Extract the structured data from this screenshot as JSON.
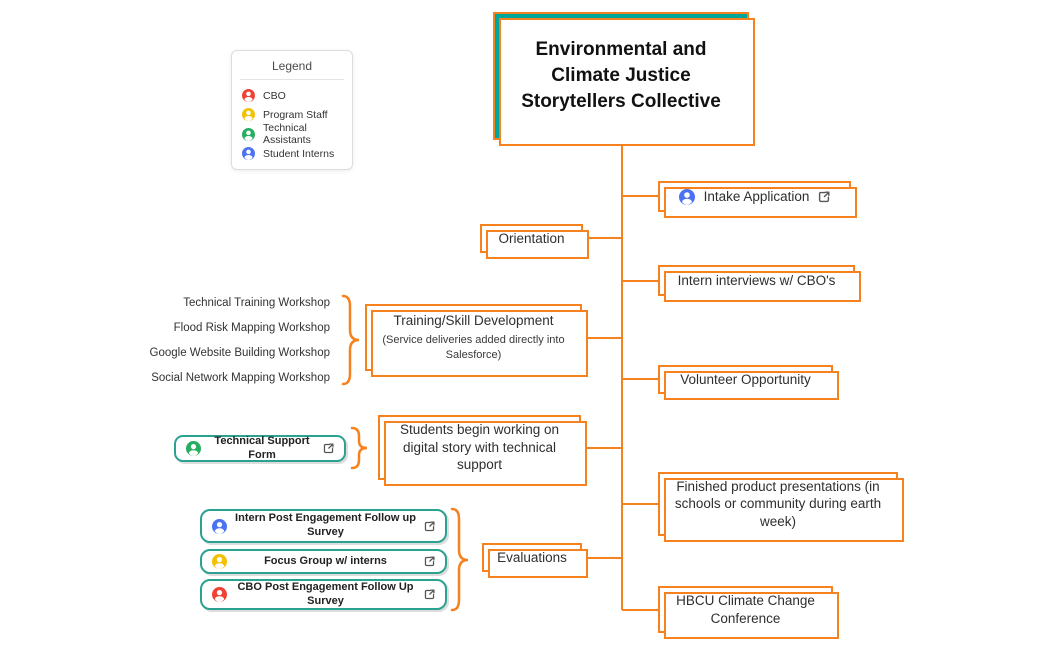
{
  "colors": {
    "orange": "#F5821F",
    "teal": "#00A69B",
    "teal_border": "#2AA191",
    "red": "#EF4136",
    "yellow": "#F2C102",
    "green": "#27AE60",
    "blue": "#4B72F3",
    "icon_gray": "#555555",
    "text": "#2F2F2F"
  },
  "legend": {
    "title": "Legend",
    "items": [
      {
        "label": "CBO",
        "icon": "person-red"
      },
      {
        "label": "Program Staff",
        "icon": "person-yellow"
      },
      {
        "label": "Technical Assistants",
        "icon": "person-green"
      },
      {
        "label": "Student Interns",
        "icon": "person-blue"
      }
    ]
  },
  "root": {
    "title": "Environmental and Climate Justice Storytellers Collective"
  },
  "right_branch": {
    "intake": {
      "label": "Intake Application",
      "icon": "person-blue",
      "external_link": true
    },
    "intern_interviews": {
      "label": "Intern interviews w/ CBO's"
    },
    "volunteer": {
      "label": "Volunteer Opportunity"
    },
    "finished_product": {
      "label": "Finished product presentations (in schools or community during earth week)"
    },
    "hbcu": {
      "label": "HBCU Climate Change Conference"
    }
  },
  "left_branch": {
    "orientation": {
      "label": "Orientation"
    },
    "training": {
      "label": "Training/Skill Development",
      "sublabel": "(Service deliveries added directly into Salesforce)"
    },
    "workshops": [
      "Technical Training Workshop",
      "Flood Risk Mapping Workshop",
      "Google Website Building Workshop",
      "Social Network Mapping Workshop"
    ],
    "tech_support_form": {
      "label": "Technical Support Form",
      "icon": "person-green",
      "external_link": true
    },
    "students": {
      "label": "Students begin working on digital story with technical support"
    },
    "evaluations": {
      "label": "Evaluations"
    },
    "evaluation_forms": [
      {
        "label": "Intern Post Engagement Follow up Survey",
        "icon": "person-blue",
        "external_link": true
      },
      {
        "label": "Focus Group w/ interns",
        "icon": "person-yellow",
        "external_link": true
      },
      {
        "label": "CBO Post Engagement Follow Up Survey",
        "icon": "person-red",
        "external_link": true
      }
    ]
  }
}
